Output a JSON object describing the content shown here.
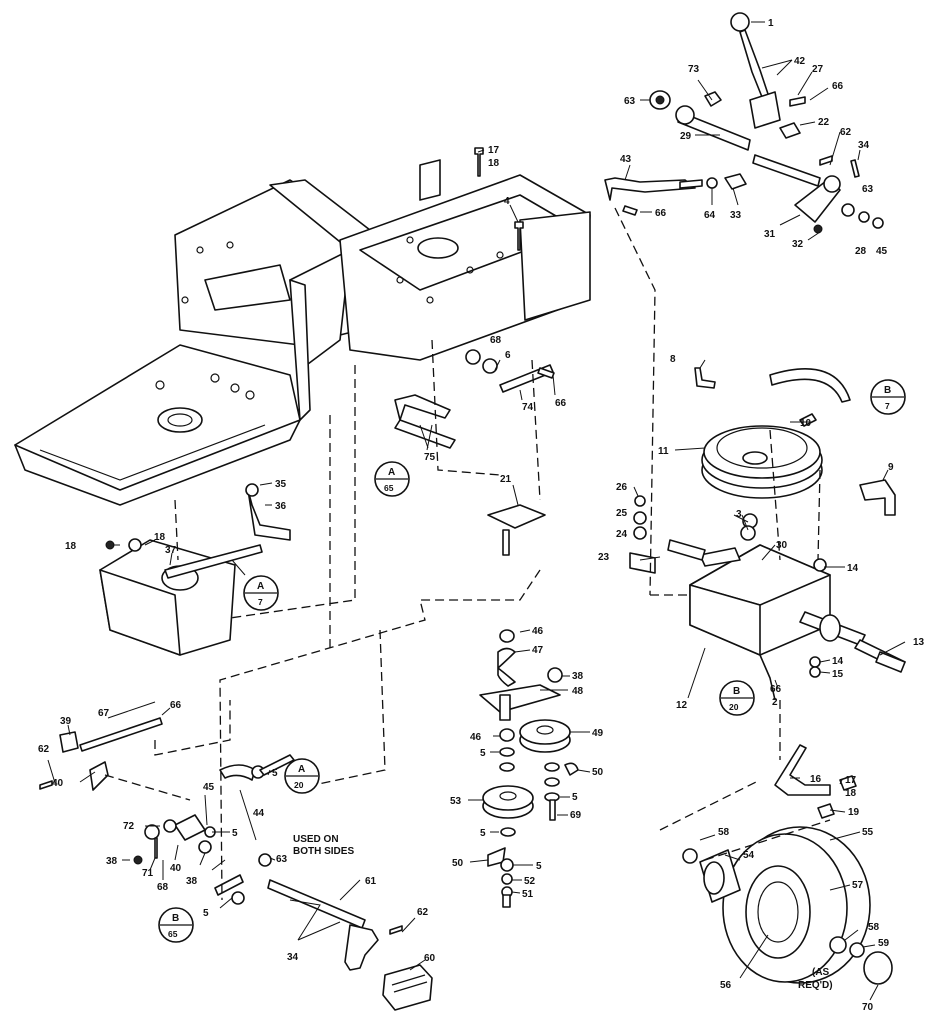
{
  "callouts": [
    "1",
    "42",
    "27",
    "66",
    "73",
    "63",
    "22",
    "29",
    "62",
    "34",
    "43",
    "64",
    "33",
    "66",
    "31",
    "32",
    "63",
    "28",
    "45",
    "17",
    "18",
    "4",
    "68",
    "6",
    "66",
    "74",
    "75",
    "8",
    "10",
    "11",
    "9",
    "26",
    "25",
    "24",
    "23",
    "3",
    "30",
    "14",
    "21",
    "18",
    "37",
    "35",
    "36",
    "18",
    "46",
    "47",
    "38",
    "48",
    "46",
    "5",
    "49",
    "50",
    "53",
    "5",
    "5",
    "69",
    "50",
    "5",
    "52",
    "51",
    "13",
    "14",
    "15",
    "66",
    "2",
    "12",
    "39",
    "67",
    "66",
    "62",
    "40",
    "45",
    "5",
    "44",
    "72",
    "38",
    "71",
    "68",
    "40",
    "38",
    "5",
    "5",
    "63",
    "61",
    "62",
    "34",
    "60",
    "17",
    "18",
    "16",
    "19",
    "55",
    "58",
    "54",
    "57",
    "58",
    "59",
    "56",
    "70"
  ],
  "reference_circles": [
    {
      "letter": "B",
      "number": "7"
    },
    {
      "letter": "A",
      "number": "65"
    },
    {
      "letter": "A",
      "number": "7"
    },
    {
      "letter": "A",
      "number": "20"
    },
    {
      "letter": "B",
      "number": "20"
    },
    {
      "letter": "B",
      "number": "65"
    }
  ],
  "notes": {
    "used_on_line1": "USED ON",
    "used_on_line2": "BOTH SIDES",
    "as_req_line1": "(AS",
    "as_req_line2": "REQ'D)"
  }
}
